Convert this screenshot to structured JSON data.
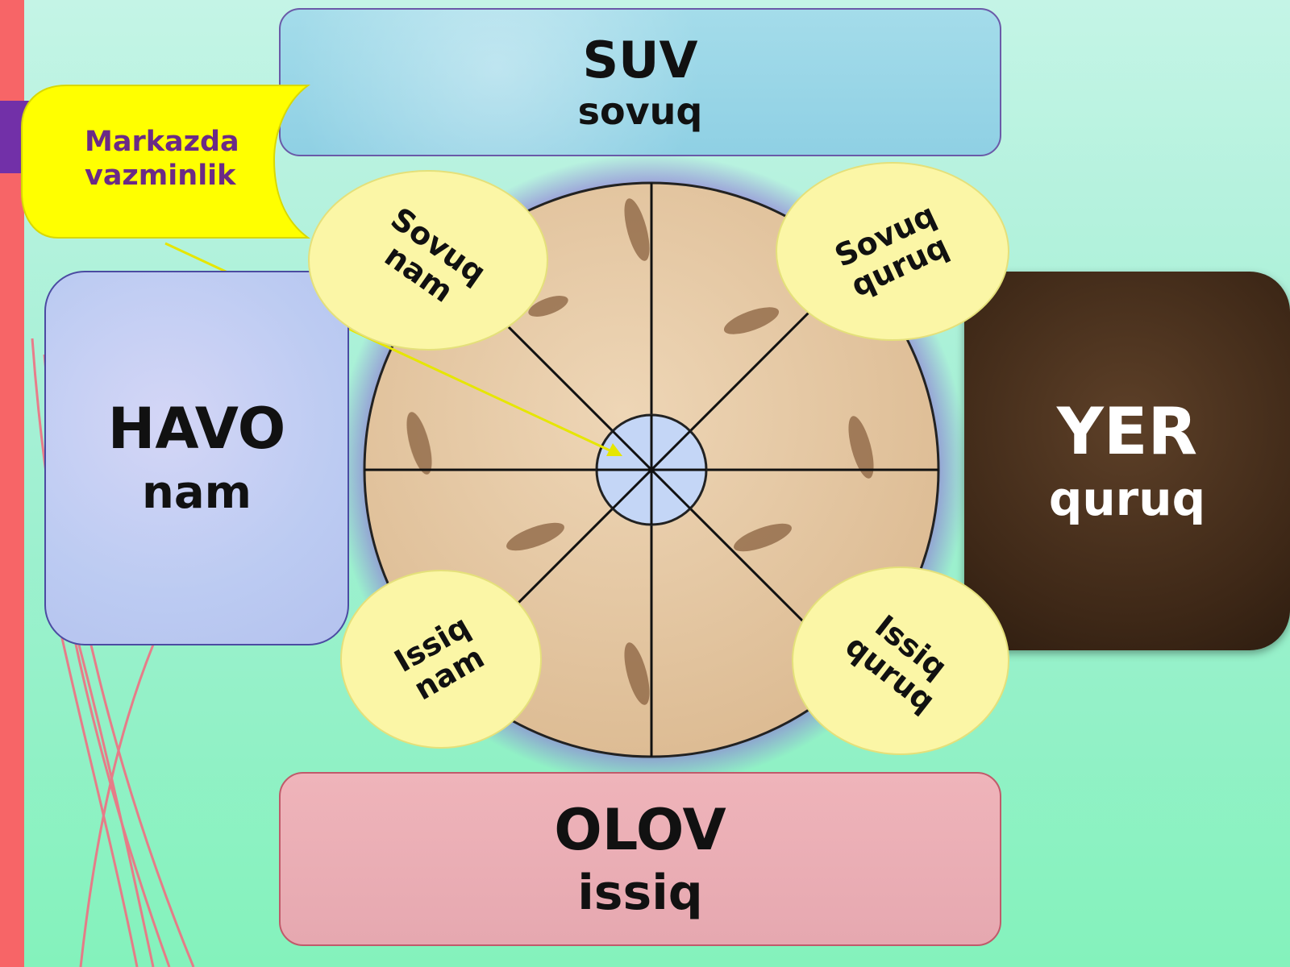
{
  "elements": {
    "suv": {
      "name": "SUV",
      "quality": "sovuq"
    },
    "olov": {
      "name": "OLOV",
      "quality": "issiq"
    },
    "havo": {
      "name": "HAVO",
      "quality": "nam"
    },
    "yer": {
      "name": "YER",
      "quality": "quruq"
    }
  },
  "combinations": {
    "sovuq_nam": [
      "Sovuq",
      "nam"
    ],
    "sovuq_quruq": [
      "Sovuq",
      "quruq"
    ],
    "issiq_nam": [
      "Issiq",
      "nam"
    ],
    "issiq_quruq": [
      "Issiq",
      "quruq"
    ]
  },
  "callout": {
    "line1": "Markazda",
    "line2": "vazminlik"
  },
  "colors": {
    "background_top": "#c4f4e6",
    "background_bottom": "#84f2bc",
    "left_bar": "#f76567",
    "accent_purple": "#7230a8",
    "callout_fill": "#ffff00",
    "callout_text": "#6b2a86",
    "oval_fill": "#fbf6a6",
    "disc_fill": "#e5c8a2",
    "hub_fill": "#c4d6f6",
    "wheel_glow": "#8b6fd6",
    "suv_fill": "#a4dcea",
    "olov_fill": "#efb4ba",
    "havo_fill": "#c4cef4",
    "yer_fill": "#3e2817"
  }
}
